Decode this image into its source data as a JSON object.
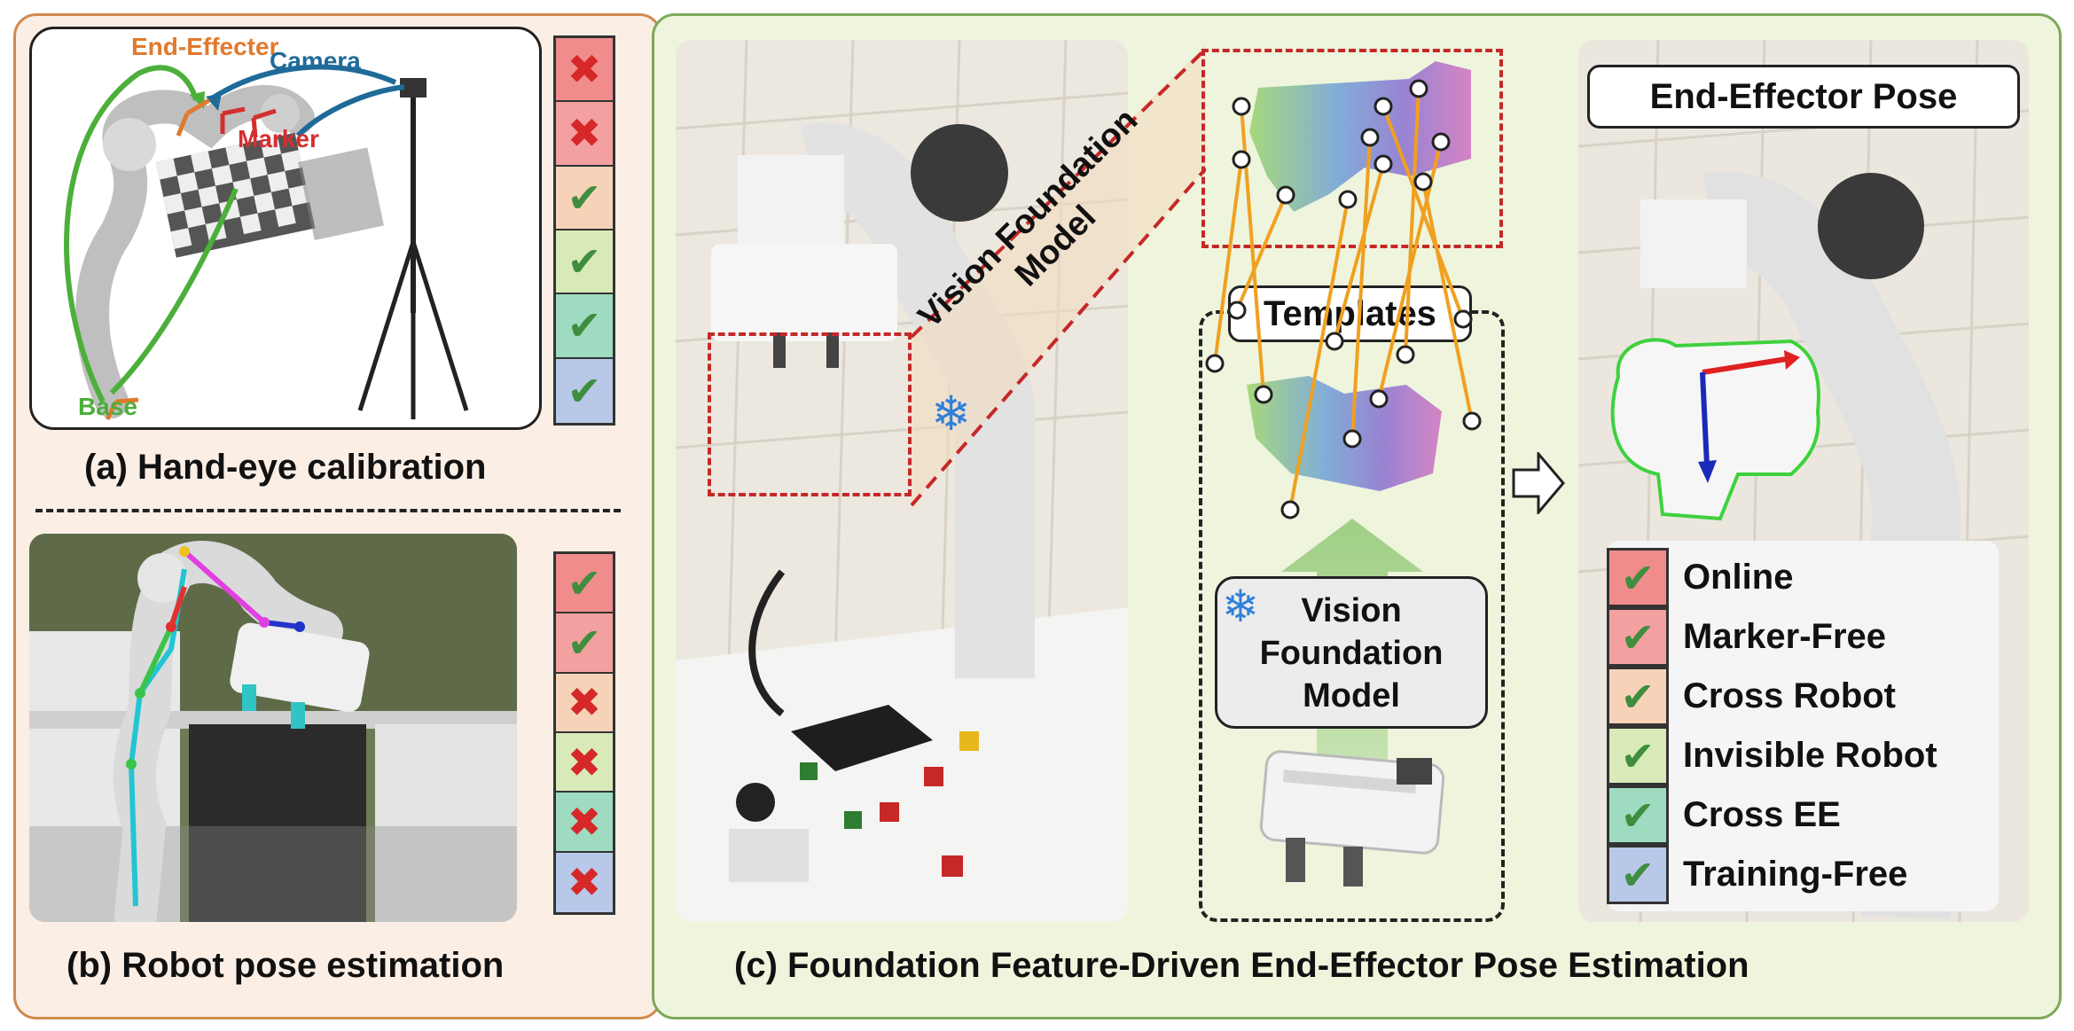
{
  "panel_a": {
    "caption": "(a) Hand-eye calibration",
    "labels": {
      "end_effecter": "End-Effecter",
      "camera": "Camera",
      "marker": "Marker",
      "base": "Base"
    },
    "checks": [
      {
        "mark": "cross",
        "color": "#f08c8c"
      },
      {
        "mark": "cross",
        "color": "#f2a0a0"
      },
      {
        "mark": "check",
        "color": "#f6d3b8"
      },
      {
        "mark": "check",
        "color": "#d7eab8"
      },
      {
        "mark": "check",
        "color": "#9edbc0"
      },
      {
        "mark": "check",
        "color": "#b8c8e8"
      }
    ]
  },
  "panel_b": {
    "caption": "(b) Robot pose estimation",
    "checks": [
      {
        "mark": "check",
        "color": "#f08c8c"
      },
      {
        "mark": "check",
        "color": "#f2a0a0"
      },
      {
        "mark": "cross",
        "color": "#f6d3b8"
      },
      {
        "mark": "cross",
        "color": "#d7eab8"
      },
      {
        "mark": "cross",
        "color": "#9edbc0"
      },
      {
        "mark": "cross",
        "color": "#b8c8e8"
      }
    ]
  },
  "panel_c": {
    "caption": "(c) Foundation Feature-Driven End-Effector Pose Estimation",
    "vfm_diagonal": [
      "Vision Foundation",
      "Model"
    ],
    "templates_label": "Templates",
    "vfm_box": [
      "Vision",
      "Foundation",
      "Model"
    ],
    "pose_title": "End-Effector Pose",
    "legend": [
      {
        "label": "Online",
        "color": "#f08c8c"
      },
      {
        "label": "Marker-Free",
        "color": "#f2a0a0"
      },
      {
        "label": "Cross Robot",
        "color": "#f6d3b8"
      },
      {
        "label": "Invisible Robot",
        "color": "#d7eab8"
      },
      {
        "label": "Cross EE",
        "color": "#9edbc0"
      },
      {
        "label": "Training-Free",
        "color": "#b8c8e8"
      }
    ]
  },
  "colors": {
    "check": "#3e8e3e",
    "cross": "#d62828",
    "orange_border": "#d08a4e",
    "green_border": "#7da95a",
    "dashed_red": "#c62828"
  },
  "icons": {
    "snowflake": "snowflake-icon",
    "arrow": "right-arrow-icon"
  }
}
